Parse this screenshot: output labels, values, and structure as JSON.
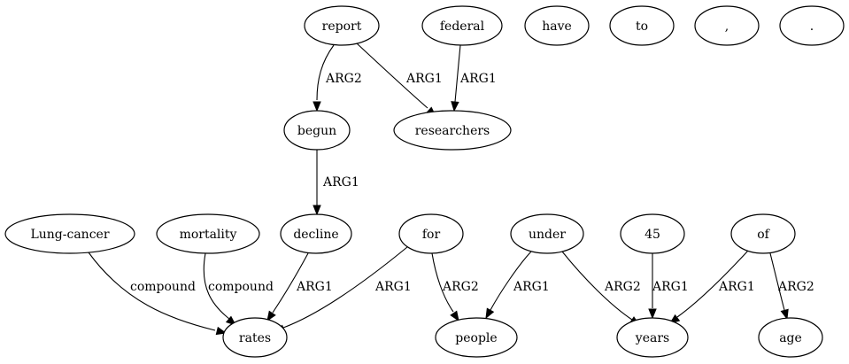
{
  "graph": {
    "nodes": [
      {
        "id": "report",
        "label": "report"
      },
      {
        "id": "federal",
        "label": "federal"
      },
      {
        "id": "have",
        "label": "have"
      },
      {
        "id": "to",
        "label": "to"
      },
      {
        "id": "comma",
        "label": ","
      },
      {
        "id": "period",
        "label": "."
      },
      {
        "id": "begun",
        "label": "begun"
      },
      {
        "id": "researchers",
        "label": "researchers"
      },
      {
        "id": "lungcancer",
        "label": "Lung-cancer"
      },
      {
        "id": "mortality",
        "label": "mortality"
      },
      {
        "id": "decline",
        "label": "decline"
      },
      {
        "id": "for",
        "label": "for"
      },
      {
        "id": "under",
        "label": "under"
      },
      {
        "id": "n45",
        "label": "45"
      },
      {
        "id": "of",
        "label": "of"
      },
      {
        "id": "rates",
        "label": "rates"
      },
      {
        "id": "people",
        "label": "people"
      },
      {
        "id": "years",
        "label": "years"
      },
      {
        "id": "age",
        "label": "age"
      }
    ],
    "edges": [
      {
        "from": "report",
        "to": "begun",
        "label": "ARG2"
      },
      {
        "from": "report",
        "to": "researchers",
        "label": "ARG1"
      },
      {
        "from": "federal",
        "to": "researchers",
        "label": "ARG1"
      },
      {
        "from": "begun",
        "to": "decline",
        "label": "ARG1"
      },
      {
        "from": "lungcancer",
        "to": "rates",
        "label": "compound"
      },
      {
        "from": "mortality",
        "to": "rates",
        "label": "compound"
      },
      {
        "from": "decline",
        "to": "rates",
        "label": "ARG1"
      },
      {
        "from": "for",
        "to": "rates",
        "label": "ARG1"
      },
      {
        "from": "for",
        "to": "people",
        "label": "ARG2"
      },
      {
        "from": "under",
        "to": "people",
        "label": "ARG1"
      },
      {
        "from": "under",
        "to": "years",
        "label": "ARG2"
      },
      {
        "from": "n45",
        "to": "years",
        "label": "ARG1"
      },
      {
        "from": "of",
        "to": "years",
        "label": "ARG1"
      },
      {
        "from": "of",
        "to": "age",
        "label": "ARG2"
      }
    ]
  }
}
